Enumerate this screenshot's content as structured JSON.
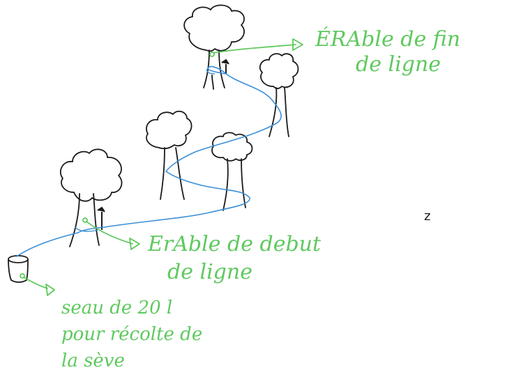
{
  "colors": {
    "ink": "#1a1a1a",
    "sap_line": "#3b8fd6",
    "annotation": "#5ec95e",
    "background": "#ffffff"
  },
  "annotations": {
    "end_label_line1": "ÉRAble de fin",
    "end_label_line2": "de ligne",
    "start_label_line1": "ErAble de debut",
    "start_label_line2": "de ligne",
    "bucket_label_line1": "seau de 20 l",
    "bucket_label_line2": "pour récolte de",
    "bucket_label_line3": "la sève"
  },
  "stray_mark": "z"
}
